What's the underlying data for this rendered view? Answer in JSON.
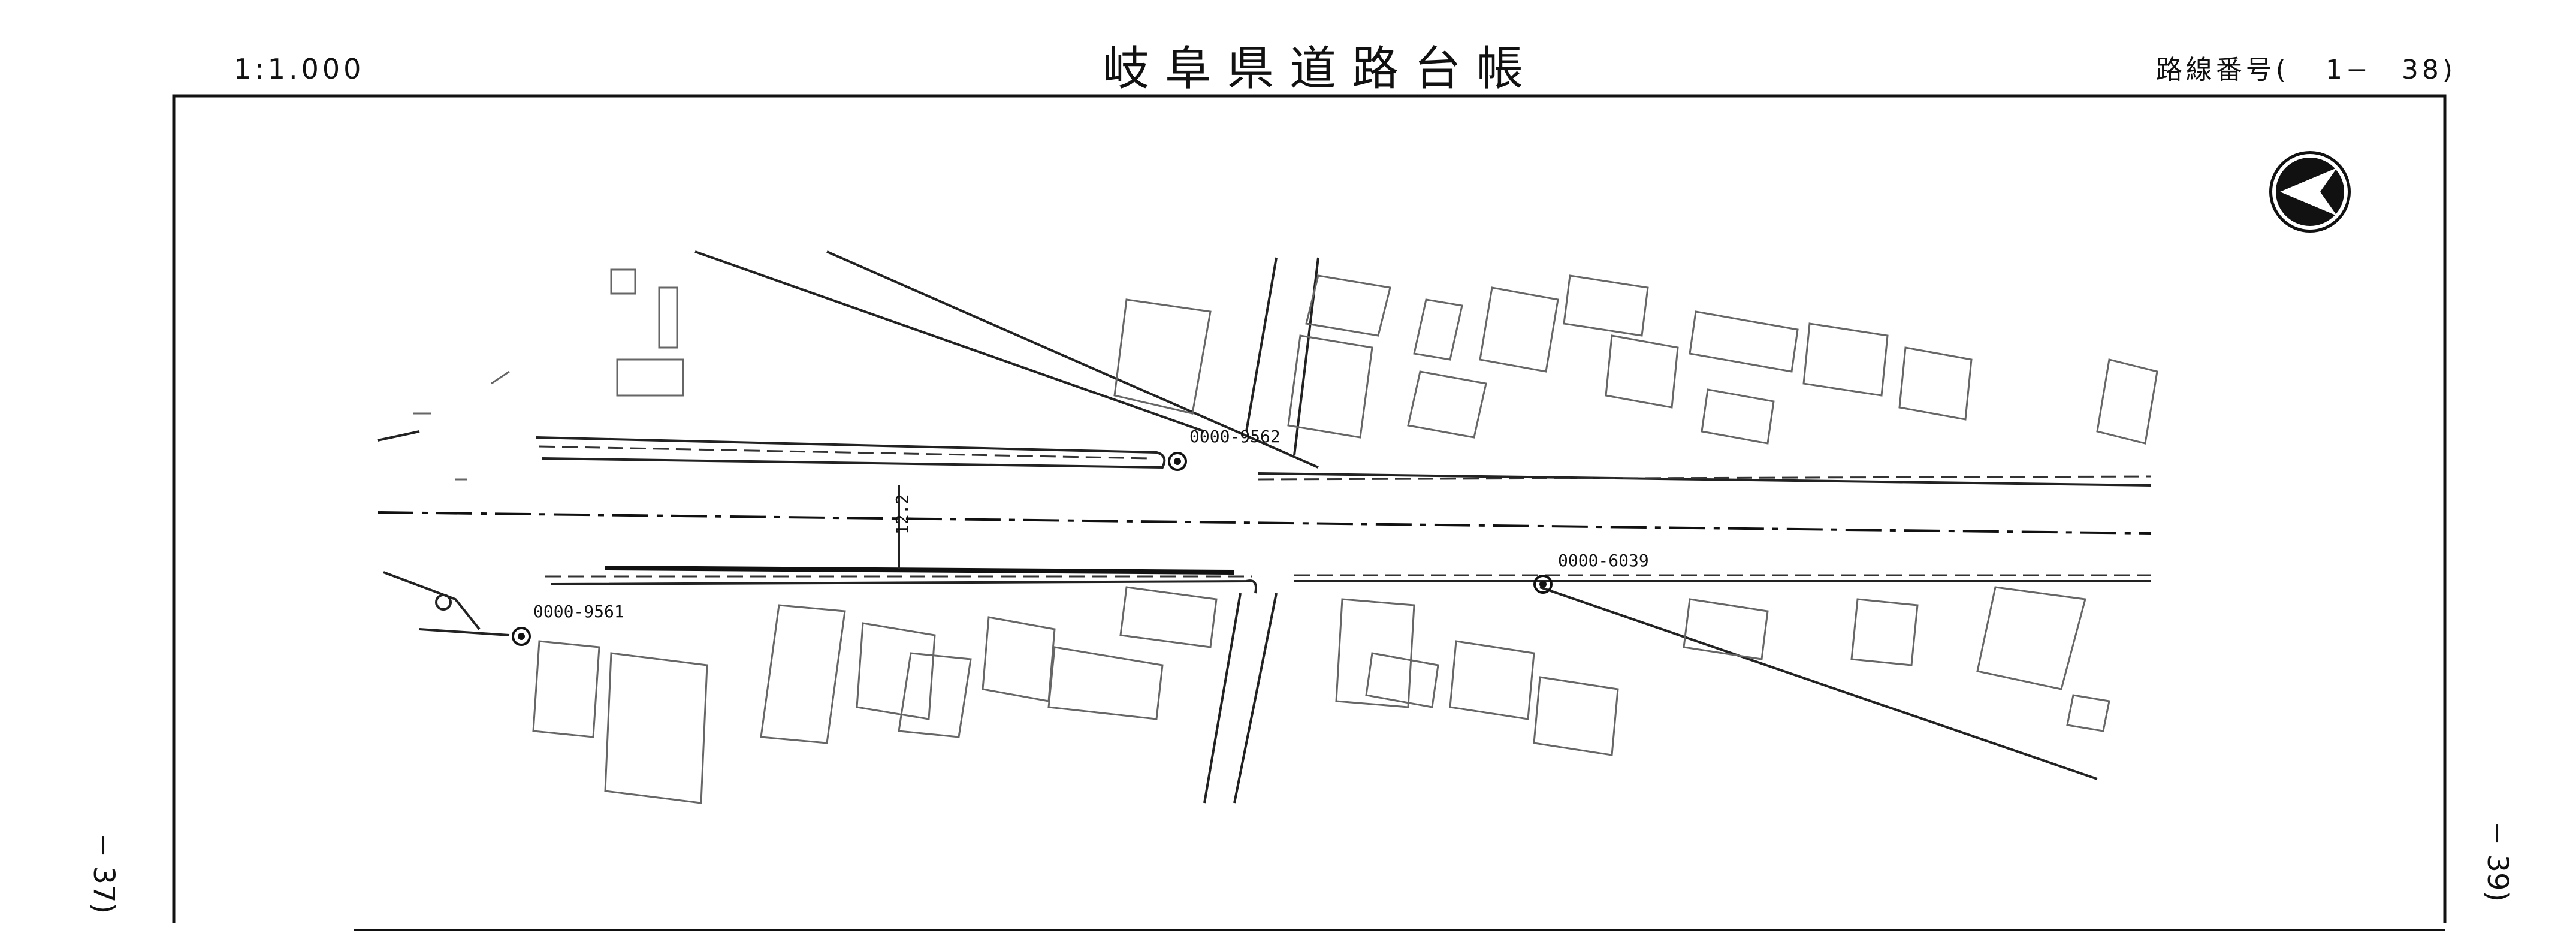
{
  "header": {
    "scale": "1:1.000",
    "title": "岐阜県道路台帳",
    "route_label": "路線番号(",
    "route_number": "1−　38)"
  },
  "side": {
    "left": "− 37)",
    "right": "− 39)"
  },
  "map": {
    "points": [
      {
        "id": "p1",
        "label": "0000-9562"
      },
      {
        "id": "p2",
        "label": "0000-6039"
      },
      {
        "id": "p3",
        "label": "0000-9561"
      }
    ],
    "width_label": "12.2",
    "north_arrow": "north-arrow-icon"
  }
}
